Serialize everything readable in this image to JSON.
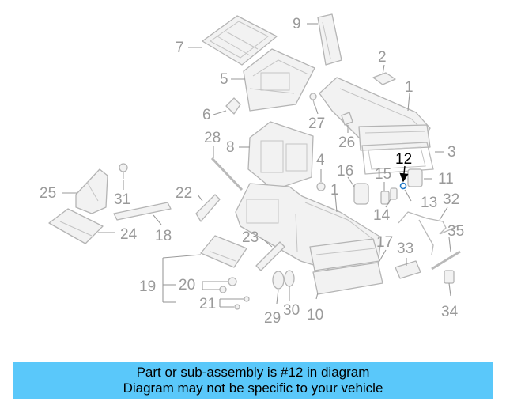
{
  "diagram": {
    "highlight_callout": "12",
    "callouts": [
      "1",
      "2",
      "3",
      "4",
      "5",
      "6",
      "7",
      "8",
      "9",
      "10",
      "11",
      "12",
      "13",
      "14",
      "15",
      "16",
      "17",
      "18",
      "19",
      "20",
      "21",
      "22",
      "23",
      "24",
      "25",
      "26",
      "27",
      "28",
      "29",
      "30",
      "31",
      "32",
      "33",
      "34",
      "35"
    ]
  },
  "banner": {
    "line1": "Part or sub-assembly is #12 in diagram",
    "line2": "Diagram may not be specific to your vehicle"
  },
  "colors": {
    "banner_bg": "#5ac8fa",
    "callout_text": "#9a9a9a",
    "highlight_text": "#000000",
    "part_stroke": "#b9b9b9"
  }
}
